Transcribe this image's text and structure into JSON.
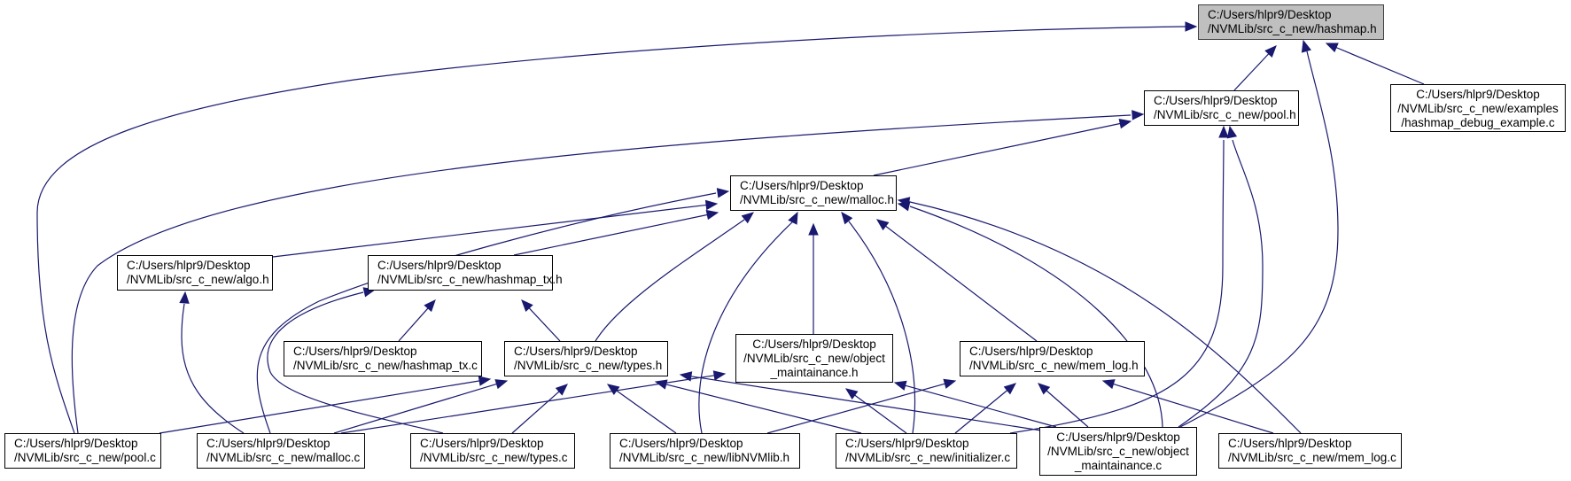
{
  "diagram": {
    "type": "include-dependency-graph",
    "edge_color": "#191970",
    "root_fill": "#bfbfbf",
    "nodes": [
      {
        "id": "hashmap_h",
        "lines": [
          "C:/Users/hlpr9/Desktop",
          "/NVMLib/src_c_new/hashmap.h"
        ],
        "root": true
      },
      {
        "id": "pool_h",
        "lines": [
          "C:/Users/hlpr9/Desktop",
          "/NVMLib/src_c_new/pool.h"
        ]
      },
      {
        "id": "hashmap_debug_example_c",
        "lines": [
          "C:/Users/hlpr9/Desktop",
          "/NVMLib/src_c_new/examples",
          "/hashmap_debug_example.c"
        ]
      },
      {
        "id": "malloc_h",
        "lines": [
          "C:/Users/hlpr9/Desktop",
          "/NVMLib/src_c_new/malloc.h"
        ]
      },
      {
        "id": "algo_h",
        "lines": [
          "C:/Users/hlpr9/Desktop",
          "/NVMLib/src_c_new/algo.h"
        ]
      },
      {
        "id": "hashmap_tx_h",
        "lines": [
          "C:/Users/hlpr9/Desktop",
          "/NVMLib/src_c_new/hashmap_tx.h"
        ]
      },
      {
        "id": "hashmap_tx_c",
        "lines": [
          "C:/Users/hlpr9/Desktop",
          "/NVMLib/src_c_new/hashmap_tx.c"
        ]
      },
      {
        "id": "types_h",
        "lines": [
          "C:/Users/hlpr9/Desktop",
          "/NVMLib/src_c_new/types.h"
        ]
      },
      {
        "id": "object_maintainance_h",
        "lines": [
          "C:/Users/hlpr9/Desktop",
          "/NVMLib/src_c_new/object",
          "_maintainance.h"
        ]
      },
      {
        "id": "mem_log_h",
        "lines": [
          "C:/Users/hlpr9/Desktop",
          "/NVMLib/src_c_new/mem_log.h"
        ]
      },
      {
        "id": "pool_c",
        "lines": [
          "C:/Users/hlpr9/Desktop",
          "/NVMLib/src_c_new/pool.c"
        ]
      },
      {
        "id": "malloc_c",
        "lines": [
          "C:/Users/hlpr9/Desktop",
          "/NVMLib/src_c_new/malloc.c"
        ]
      },
      {
        "id": "types_c",
        "lines": [
          "C:/Users/hlpr9/Desktop",
          "/NVMLib/src_c_new/types.c"
        ]
      },
      {
        "id": "libNVMlib_h",
        "lines": [
          "C:/Users/hlpr9/Desktop",
          "/NVMLib/src_c_new/libNVMlib.h"
        ]
      },
      {
        "id": "initializer_c",
        "lines": [
          "C:/Users/hlpr9/Desktop",
          "/NVMLib/src_c_new/initializer.c"
        ]
      },
      {
        "id": "object_maintainance_c",
        "lines": [
          "C:/Users/hlpr9/Desktop",
          "/NVMLib/src_c_new/object",
          "_maintainance.c"
        ]
      },
      {
        "id": "mem_log_c",
        "lines": [
          "C:/Users/hlpr9/Desktop",
          "/NVMLib/src_c_new/mem_log.c"
        ]
      }
    ],
    "edges": [
      {
        "from": "pool_h",
        "to": "hashmap_h"
      },
      {
        "from": "hashmap_debug_example_c",
        "to": "hashmap_h"
      },
      {
        "from": "pool_c",
        "to": "hashmap_h"
      },
      {
        "from": "object_maintainance_c",
        "to": "hashmap_h"
      },
      {
        "from": "malloc_h",
        "to": "pool_h"
      },
      {
        "from": "pool_c",
        "to": "pool_h"
      },
      {
        "from": "initializer_c",
        "to": "pool_h"
      },
      {
        "from": "object_maintainance_c",
        "to": "pool_h"
      },
      {
        "from": "algo_h",
        "to": "malloc_h"
      },
      {
        "from": "hashmap_tx_h",
        "to": "malloc_h"
      },
      {
        "from": "types_h",
        "to": "malloc_h"
      },
      {
        "from": "object_maintainance_h",
        "to": "malloc_h"
      },
      {
        "from": "mem_log_h",
        "to": "malloc_h"
      },
      {
        "from": "malloc_c",
        "to": "malloc_h"
      },
      {
        "from": "libNVMlib_h",
        "to": "malloc_h"
      },
      {
        "from": "initializer_c",
        "to": "malloc_h"
      },
      {
        "from": "object_maintainance_c",
        "to": "malloc_h"
      },
      {
        "from": "mem_log_c",
        "to": "malloc_h"
      },
      {
        "from": "malloc_c",
        "to": "algo_h"
      },
      {
        "from": "hashmap_tx_c",
        "to": "hashmap_tx_h"
      },
      {
        "from": "types_h",
        "to": "hashmap_tx_h"
      },
      {
        "from": "types_c",
        "to": "hashmap_tx_h"
      },
      {
        "from": "pool_c",
        "to": "types_h"
      },
      {
        "from": "malloc_c",
        "to": "types_h"
      },
      {
        "from": "types_c",
        "to": "types_h"
      },
      {
        "from": "libNVMlib_h",
        "to": "types_h"
      },
      {
        "from": "initializer_c",
        "to": "types_h"
      },
      {
        "from": "object_maintainance_c",
        "to": "types_h"
      },
      {
        "from": "malloc_c",
        "to": "object_maintainance_h"
      },
      {
        "from": "initializer_c",
        "to": "object_maintainance_h"
      },
      {
        "from": "object_maintainance_c",
        "to": "object_maintainance_h"
      },
      {
        "from": "libNVMlib_h",
        "to": "mem_log_h"
      },
      {
        "from": "initializer_c",
        "to": "mem_log_h"
      },
      {
        "from": "object_maintainance_c",
        "to": "mem_log_h"
      },
      {
        "from": "mem_log_c",
        "to": "mem_log_h"
      }
    ]
  }
}
